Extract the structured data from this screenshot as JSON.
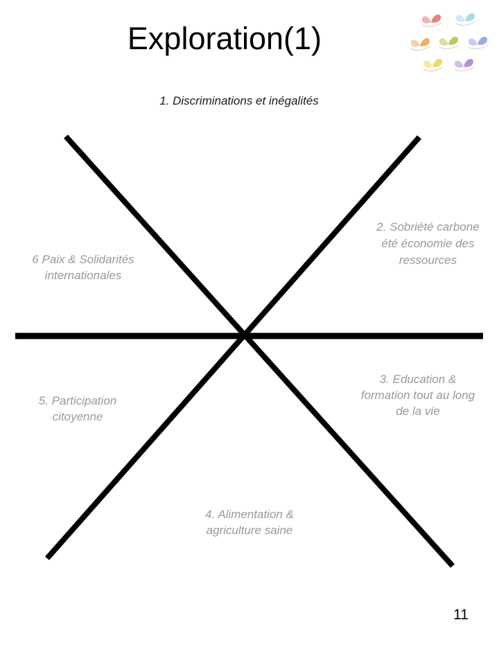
{
  "slide": {
    "title": "Exploration(1)",
    "page_number": "11"
  },
  "diagram": {
    "axis_labels": [
      {
        "id": "1",
        "text": "1. Discriminations et inégalités",
        "position": "top",
        "emphasized": true
      },
      {
        "id": "2",
        "text": "2. Sobriété carbone\nété économie des\nressources",
        "position": "upper-right",
        "emphasized": false
      },
      {
        "id": "3",
        "text": "3. Education &\nformation tout au long\nde la vie",
        "position": "lower-right",
        "emphasized": false
      },
      {
        "id": "4",
        "text": "4. Alimentation &\nagriculture saine",
        "position": "bottom",
        "emphasized": false
      },
      {
        "id": "5",
        "text": "5. Participation\ncitoyenne",
        "position": "lower-left",
        "emphasized": false
      },
      {
        "id": "6",
        "text": "6 Paix & Solidarités\ninternationales",
        "position": "upper-left",
        "emphasized": false
      }
    ]
  },
  "logo": {
    "butterflies": [
      {
        "name": "coral-butterfly",
        "color": "#dd6e63"
      },
      {
        "name": "lightblue-butterfly",
        "color": "#9fd3e8"
      },
      {
        "name": "orange-butterfly",
        "color": "#eda34f"
      },
      {
        "name": "green-butterfly",
        "color": "#a9c53d"
      },
      {
        "name": "periwinkle-butterfly",
        "color": "#8f9ad9"
      },
      {
        "name": "yellow-butterfly",
        "color": "#ecd33f"
      },
      {
        "name": "purple-butterfly",
        "color": "#a97fc9"
      }
    ]
  },
  "colors": {
    "background": "#ffffff",
    "title_text": "#000000",
    "label_muted": "#999999",
    "label_emphasized": "#1a1a1a",
    "star_line": "#000000"
  }
}
